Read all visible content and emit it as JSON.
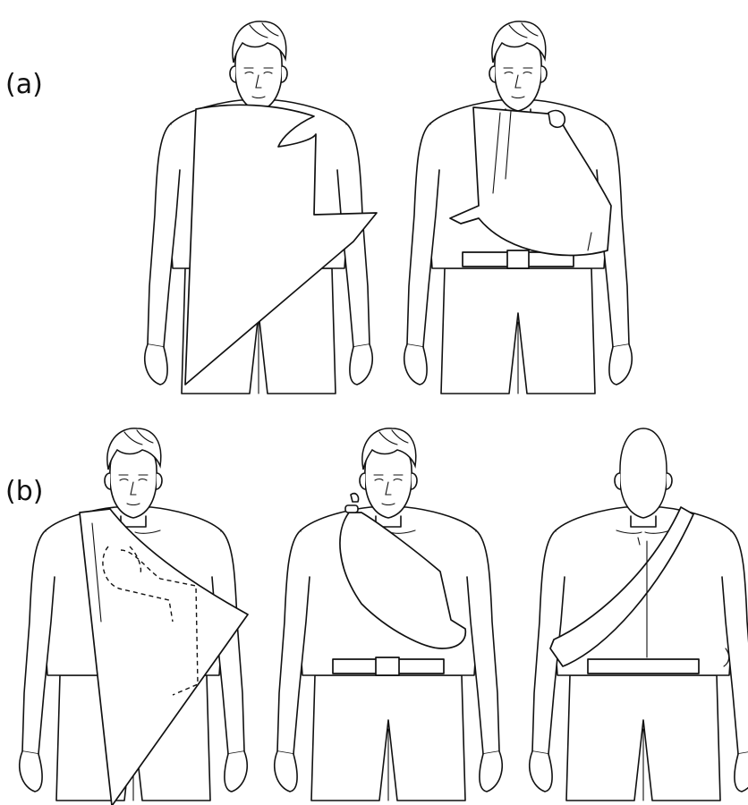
{
  "labels": {
    "panel_a": "(a)",
    "panel_b": "(b)"
  },
  "figures": [
    {
      "panel": "a",
      "view": "front",
      "step": 1
    },
    {
      "panel": "a",
      "view": "front",
      "step": 2
    },
    {
      "panel": "b",
      "view": "front",
      "step": 1
    },
    {
      "panel": "b",
      "view": "front",
      "step": 2
    },
    {
      "panel": "b",
      "view": "back",
      "step": 3
    }
  ],
  "colors": {
    "line": "#111111",
    "background": "#ffffff"
  }
}
